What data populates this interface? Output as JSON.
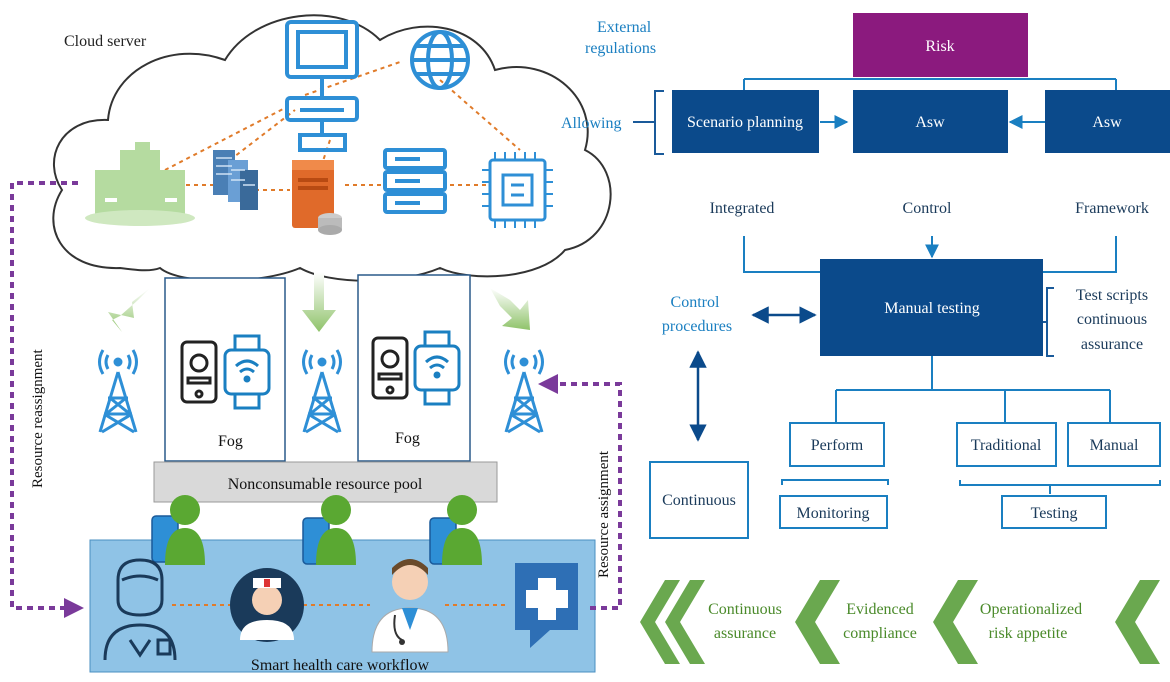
{
  "colors": {
    "flow_blue": "#1a7fc1",
    "box_navy": "#0b4a8b",
    "risk_purple": "#8b1a7e",
    "link_purple": "#7a3a9a",
    "chevron_green": "#6aa84f",
    "cloud_outline": "#333333",
    "health_panel": "#8fc3e6",
    "pool_gray": "#d9d9d9"
  },
  "left": {
    "cloud_label": "Cloud server",
    "fog_labels": [
      "Fog",
      "Fog"
    ],
    "pool_label": "Nonconsumable resource pool",
    "workflow_label": "Smart health care workflow",
    "reassignment_label": "Resource reassignment",
    "assignment_label": "Resource assignment",
    "icons": [
      "computer-icon",
      "globe-icon",
      "building-icon",
      "server-rack-icon",
      "tower-server-icon",
      "storage-icon",
      "chip-icon",
      "antenna-tower-icon",
      "smartphone-icon",
      "smartwatch-icon",
      "user-icon",
      "doctor-icon",
      "nurse-icon",
      "medical-cross-icon"
    ]
  },
  "right": {
    "external_regulations": [
      "External",
      "regulations"
    ],
    "risk": "Risk",
    "allowing": "Allowing",
    "scenario_planning": "Scenario planning",
    "asw_center": "Asw",
    "asw_right": "Asw",
    "integrated": "Integrated",
    "control": "Control",
    "framework": "Framework",
    "control_procedures": [
      "Control",
      "procedures"
    ],
    "manual_testing": "Manual testing",
    "test_scripts": [
      "Test scripts",
      "continuous",
      "assurance"
    ],
    "perform": "Perform",
    "traditional": "Traditional",
    "manual": "Manual",
    "continuous": "Continuous",
    "monitoring": "Monitoring",
    "testing": "Testing"
  },
  "chevron_row": {
    "items": [
      [
        "Continuous",
        "assurance"
      ],
      [
        "Evidenced",
        "compliance"
      ],
      [
        "Operationalized",
        "risk appetite"
      ]
    ]
  }
}
